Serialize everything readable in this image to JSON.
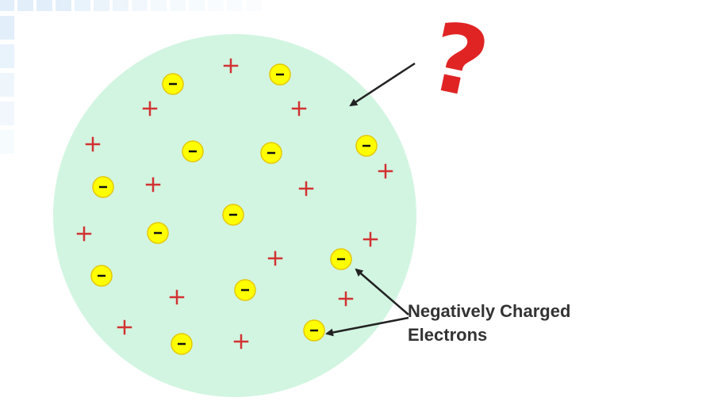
{
  "diagram": {
    "question_mark": "?",
    "electron_label": {
      "line1": "Negatively Charged",
      "line2": "Electrons"
    }
  },
  "colors": {
    "sphere_fill": "#d2f5e1",
    "electron_fill": "#ffff00",
    "electron_stroke": "#e6c800",
    "plus_color": "#d23232",
    "question_color": "#e02424",
    "arrow_color": "#222222",
    "tile_color": "#dfeefa"
  },
  "icons": {
    "electron": "minus-in-yellow-circle",
    "positive_charge": "plus-sign"
  }
}
